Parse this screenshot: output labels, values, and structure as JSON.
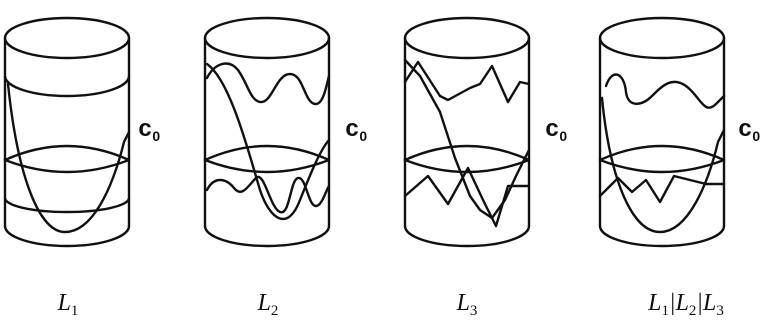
{
  "figure": {
    "marker": {
      "base": "c",
      "subscript": "0"
    },
    "panels": [
      {
        "label": [
          {
            "t": "L",
            "sub": "1"
          }
        ]
      },
      {
        "label": [
          {
            "t": "L",
            "sub": "2"
          }
        ]
      },
      {
        "label": [
          {
            "t": "L",
            "sub": "3"
          }
        ]
      },
      {
        "label": [
          {
            "t": "L",
            "sub": "1"
          },
          {
            "t": "|"
          },
          {
            "t": "L",
            "sub": "2"
          },
          {
            "t": "|"
          },
          {
            "t": "L",
            "sub": "3"
          }
        ]
      }
    ]
  }
}
